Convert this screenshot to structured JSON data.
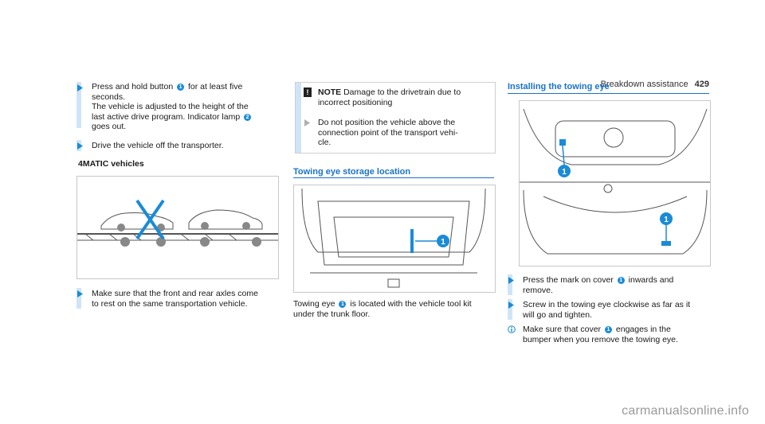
{
  "header": {
    "section": "Breakdown assistance",
    "page": "429"
  },
  "col1": {
    "step1": {
      "pre": "Press and hold button",
      "post": "for at least five",
      "line2": "seconds.",
      "line3": "The vehicle is adjusted to the height of the",
      "line4": "last active drive program. Indicator lamp",
      "line5": "goes out.",
      "badge1": "1",
      "badge2": "2"
    },
    "step2": "Drive the vehicle off the transporter.",
    "subhead": "4MATIC vehicles",
    "step3_l1": "Make sure that the front and rear axles come",
    "step3_l2": "to rest on the same transportation vehicle."
  },
  "col2": {
    "note_title": "NOTE",
    "note_l1": "Damage to the drivetrain due to",
    "note_l2": "incorrect positioning",
    "note_step_l1": "Do not position the vehicle above the",
    "note_step_l2": "connection point of the transport vehi-",
    "note_step_l3": "cle.",
    "heading": "Towing eye storage location",
    "desc_pre": "Towing eye",
    "desc_post": "is located with the vehicle tool kit",
    "desc_l2": "under the trunk floor.",
    "badge": "1"
  },
  "col3": {
    "heading": "Installing the towing eye",
    "s1_pre": "Press the mark on cover",
    "s1_post": "inwards and",
    "s1_l2": "remove.",
    "s2_l1": "Screw in the towing eye clockwise as far as it",
    "s2_l2": "will go and tighten.",
    "info_pre": "Make sure that cover",
    "info_post": "engages in the",
    "info_l2": "bumper when you remove the towing eye.",
    "badge": "1"
  },
  "watermark": "carmanualsonline.info",
  "colors": {
    "accent": "#1a8bd6",
    "heading": "#1a73c7",
    "stripe": "#cfe5f7"
  }
}
